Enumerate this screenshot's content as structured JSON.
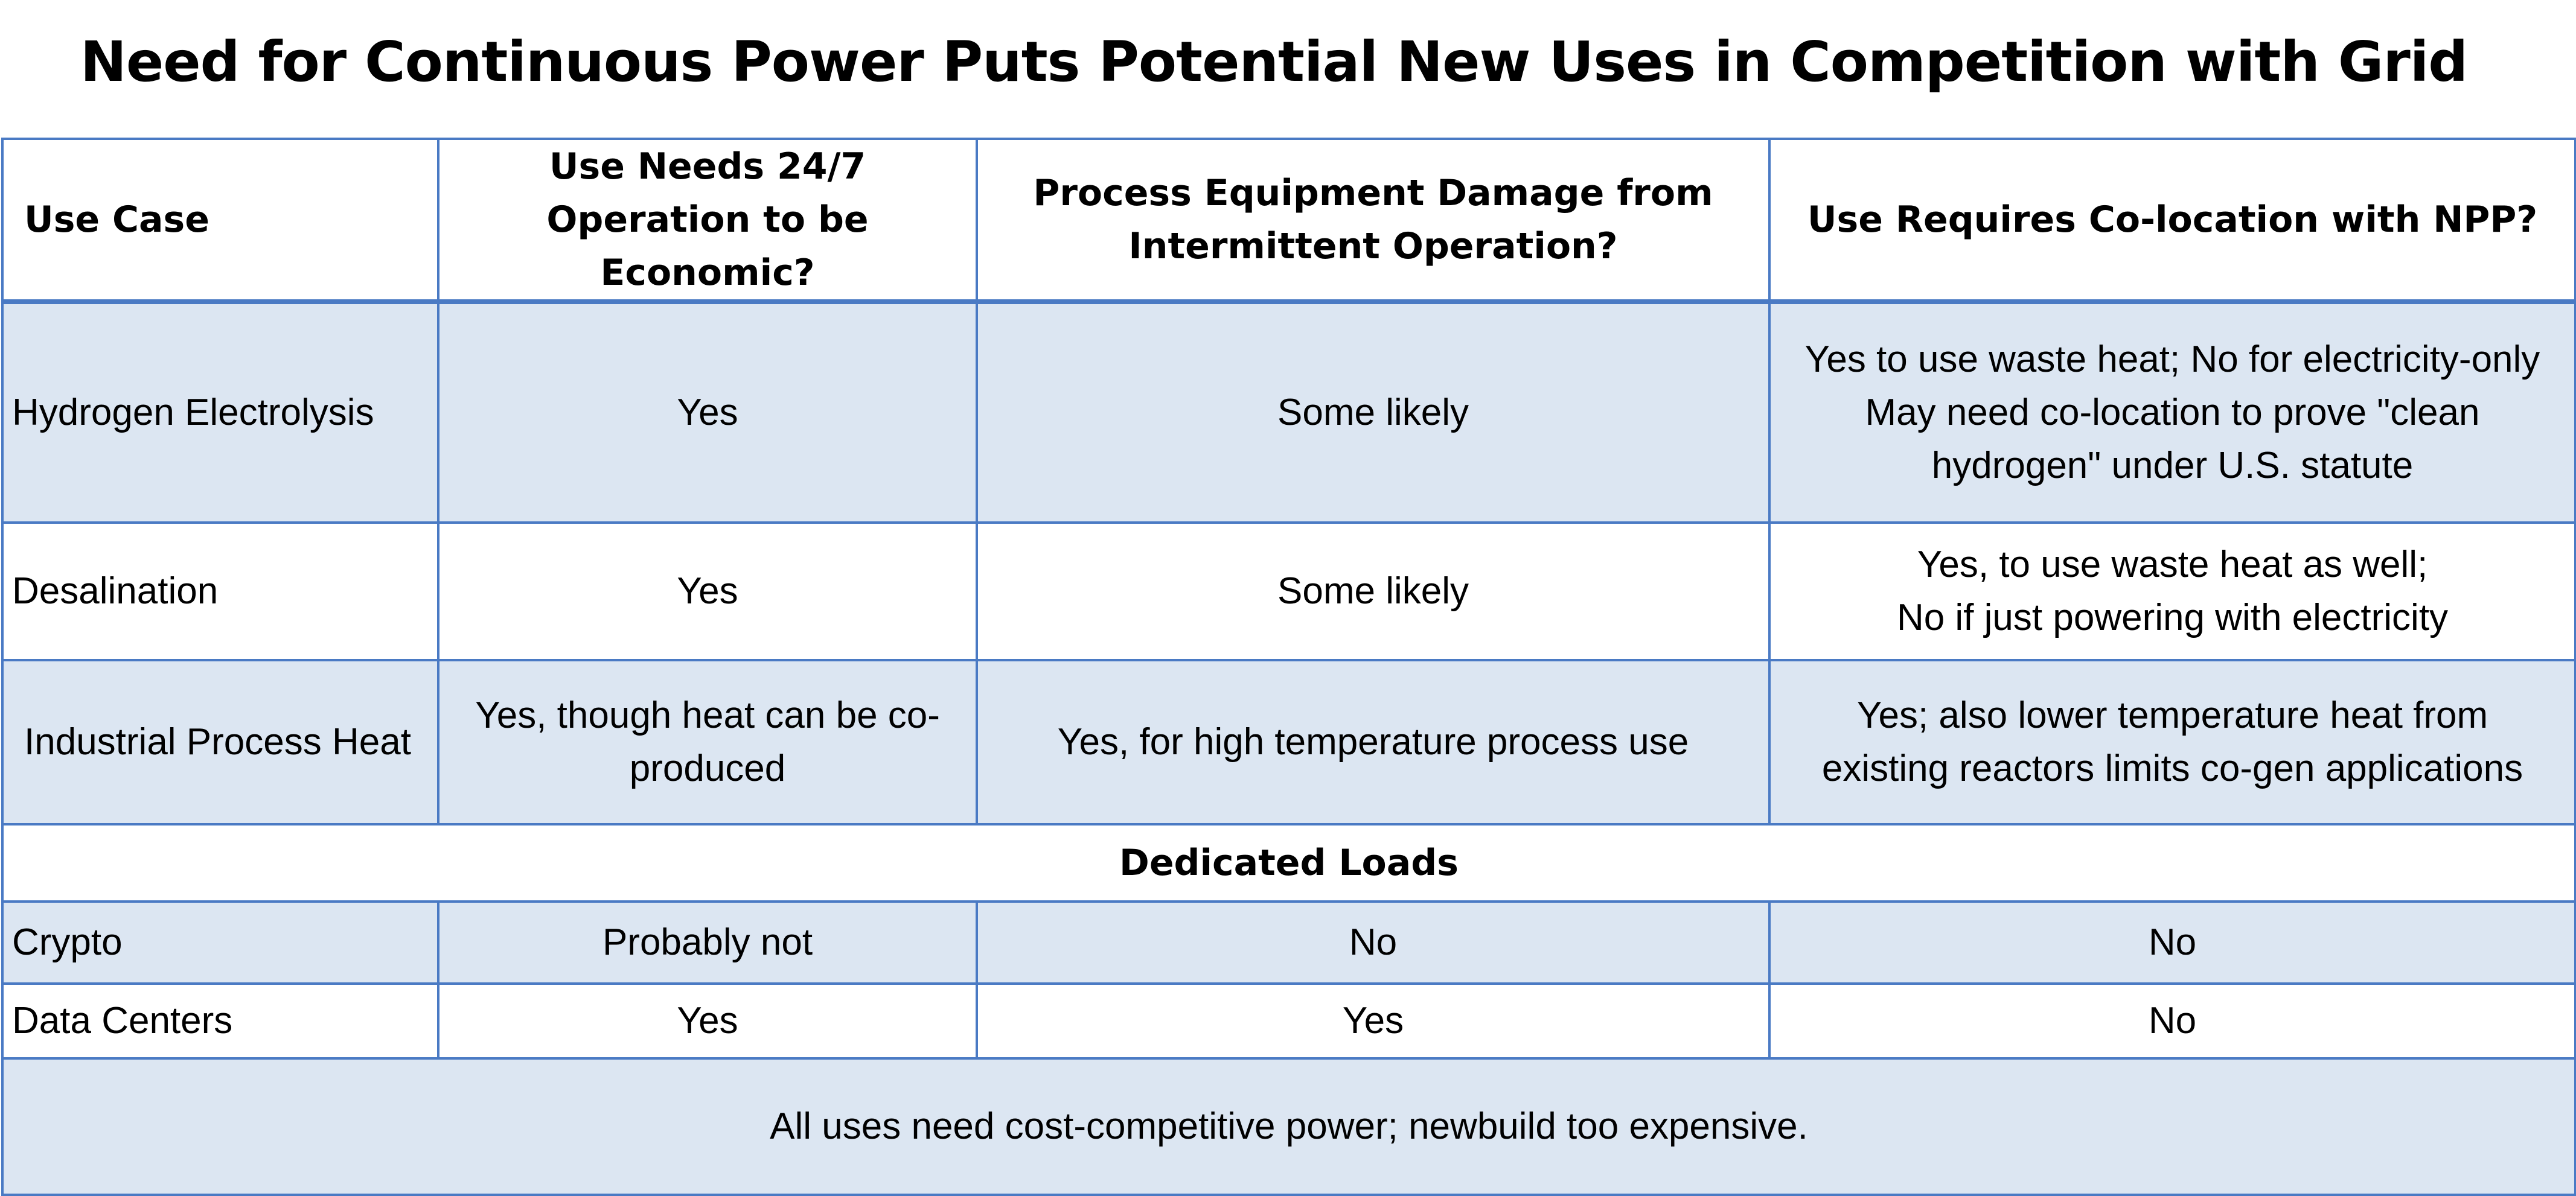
{
  "title": "Need for Continuous Power Puts Potential New Uses in Competition with Grid",
  "table": {
    "headers": [
      "Use Case",
      "Use Needs 24/7 Operation to be Economic?",
      "Process Equipment Damage from Intermittent Operation?",
      "Use Requires Co-location with NPP?"
    ],
    "rows": [
      {
        "use_case": "Hydrogen Electrolysis",
        "needs_24_7": "Yes",
        "equipment_damage": "Some likely",
        "co_location_lines": [
          "Yes to use waste heat; No for electricity-only",
          "May need co-location to prove \"clean",
          "hydrogen\" under U.S. statute"
        ]
      },
      {
        "use_case": "Desalination",
        "needs_24_7": "Yes",
        "equipment_damage": "Some likely",
        "co_location_lines": [
          "Yes, to use waste heat as well;",
          "No if just powering with electricity"
        ]
      },
      {
        "use_case": "Industrial Process Heat",
        "needs_24_7": "Yes, though heat can be co-produced",
        "equipment_damage": "Yes, for high temperature process use",
        "co_location_lines": [
          "Yes; also lower temperature heat from",
          "existing reactors limits co-gen applications"
        ]
      }
    ],
    "section_label": "Dedicated Loads",
    "dedicated_rows": [
      {
        "use_case": "Crypto",
        "needs_24_7": "Probably not",
        "equipment_damage": "No",
        "co_location": "No"
      },
      {
        "use_case": "Data Centers",
        "needs_24_7": "Yes",
        "equipment_damage": "Yes",
        "co_location": "No"
      }
    ],
    "footer": "All uses need cost-competitive power; newbuild too expensive."
  },
  "colors": {
    "border": "#4a7ac4",
    "row_shade": "#dce6f2",
    "background": "#ffffff"
  }
}
